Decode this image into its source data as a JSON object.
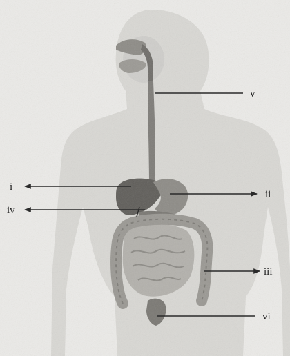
{
  "figure": {
    "labels": {
      "i": "i",
      "ii": "ii",
      "iii": "iii",
      "iv": "iv",
      "v": "v",
      "vi": "vi"
    },
    "colors": {
      "background": "#ecebe8",
      "body_fill": "#d9d8d4",
      "organ_dark": "#6f6d69",
      "organ_mid": "#8d8b86",
      "intestine": "#a9a7a2",
      "line": "#2a2a2a"
    }
  }
}
